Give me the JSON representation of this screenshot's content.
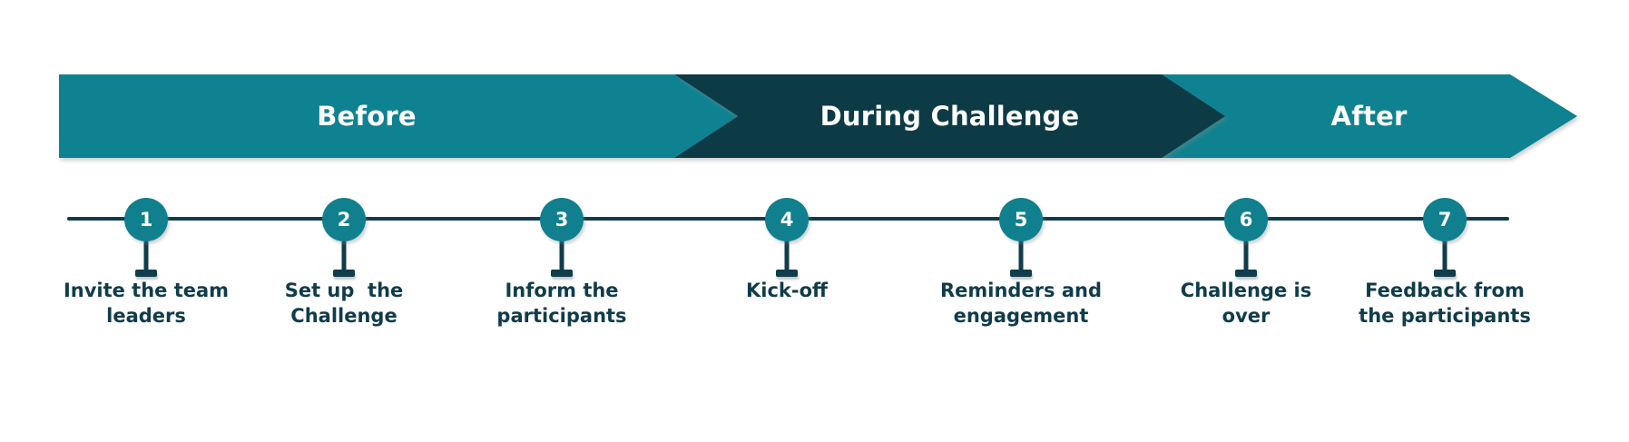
{
  "banner": {
    "colors": {
      "teal": "#0e8290",
      "dark": "#0c3b46",
      "ink": "#103c4b",
      "circle_teal": "#10808e",
      "text_on_band": "#ffffff"
    },
    "phases": [
      {
        "label": "Before"
      },
      {
        "label": "During Challenge"
      },
      {
        "label": "After"
      }
    ]
  },
  "timeline": {
    "items": [
      {
        "number": "1",
        "label": "Invite the team\nleaders"
      },
      {
        "number": "2",
        "label": "Set up  the\nChallenge"
      },
      {
        "number": "3",
        "label": "Inform the\nparticipants"
      },
      {
        "number": "4",
        "label": "Kick-off"
      },
      {
        "number": "5",
        "label": "Reminders and\nengagement"
      },
      {
        "number": "6",
        "label": "Challenge is\nover"
      },
      {
        "number": "7",
        "label": "Feedback from\nthe participants"
      }
    ]
  }
}
